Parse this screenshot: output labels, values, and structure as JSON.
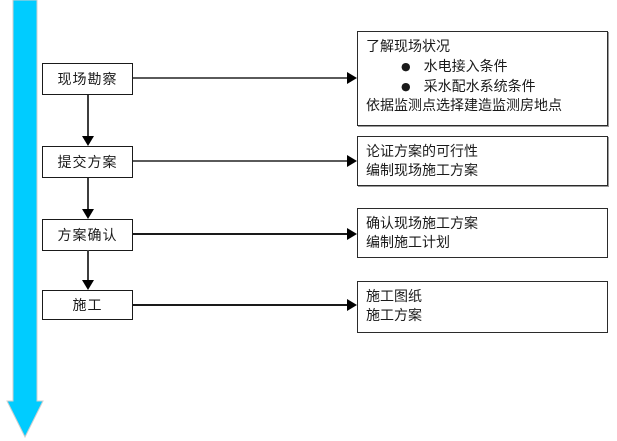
{
  "colors": {
    "accent": "#00ccff",
    "accent_border": "#cfcfcf",
    "line": "#5a5a5a",
    "arrowhead": "#000000"
  },
  "bullet_glyph": "●",
  "flowchart": {
    "steps": [
      {
        "label": "现场勘察",
        "details": [
          {
            "text": "了解现场状况"
          },
          {
            "text": "水电接入条件",
            "bullet": true
          },
          {
            "text": "采水配水系统条件",
            "bullet": true
          },
          {
            "text": "依据监测点选择建造监测房地点"
          }
        ]
      },
      {
        "label": "提交方案",
        "details": [
          {
            "text": "论证方案的可行性"
          },
          {
            "text": "编制现场施工方案"
          }
        ]
      },
      {
        "label": "方案确认",
        "details": [
          {
            "text": "确认现场施工方案"
          },
          {
            "text": "编制施工计划"
          }
        ]
      },
      {
        "label": "施工",
        "details": [
          {
            "text": "施工图纸"
          },
          {
            "text": "施工方案"
          }
        ]
      }
    ]
  }
}
